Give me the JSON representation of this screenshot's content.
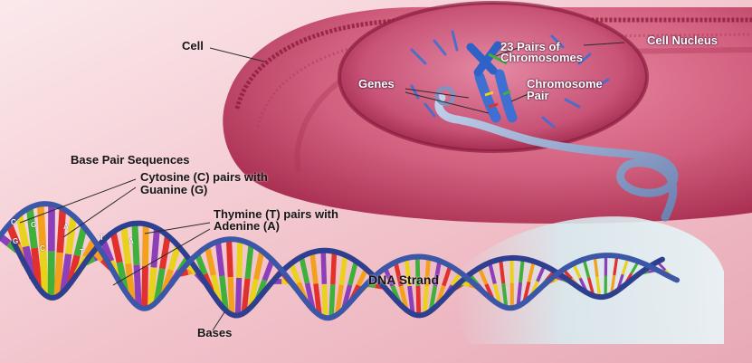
{
  "labels": {
    "cell": "Cell",
    "chromosomes": "23 Pairs of Chromosomes",
    "nucleus": "Cell Nucleus",
    "genes": "Genes",
    "chromosome_pair": "Chromosome Pair",
    "base_pair_sequences": "Base Pair Sequences",
    "cytosine_line1": "Cytosine (C) pairs with",
    "cytosine_line2": "Guanine (G)",
    "thymine_line1": "Thymine (T) pairs with",
    "thymine_line2": "Adenine (A)",
    "dna_strand": "DNA Strand",
    "bases": "Bases"
  },
  "base_letters": [
    "C",
    "G",
    "A",
    "T",
    "G",
    "C",
    "T",
    "A"
  ],
  "colors": {
    "background": "#f4cdd3",
    "cell_membrane": "#b82f57",
    "nucleus": "#c2436a",
    "chromosome": "#3f6fd1",
    "dna_backbone": "#2f3f8f",
    "helix_tube": "#8fa3c9",
    "base_green": "#3fb03a",
    "base_orange": "#f3a01d",
    "base_purple": "#8c3fb8",
    "base_red": "#e2302c",
    "base_yellow": "#e8d21c"
  }
}
